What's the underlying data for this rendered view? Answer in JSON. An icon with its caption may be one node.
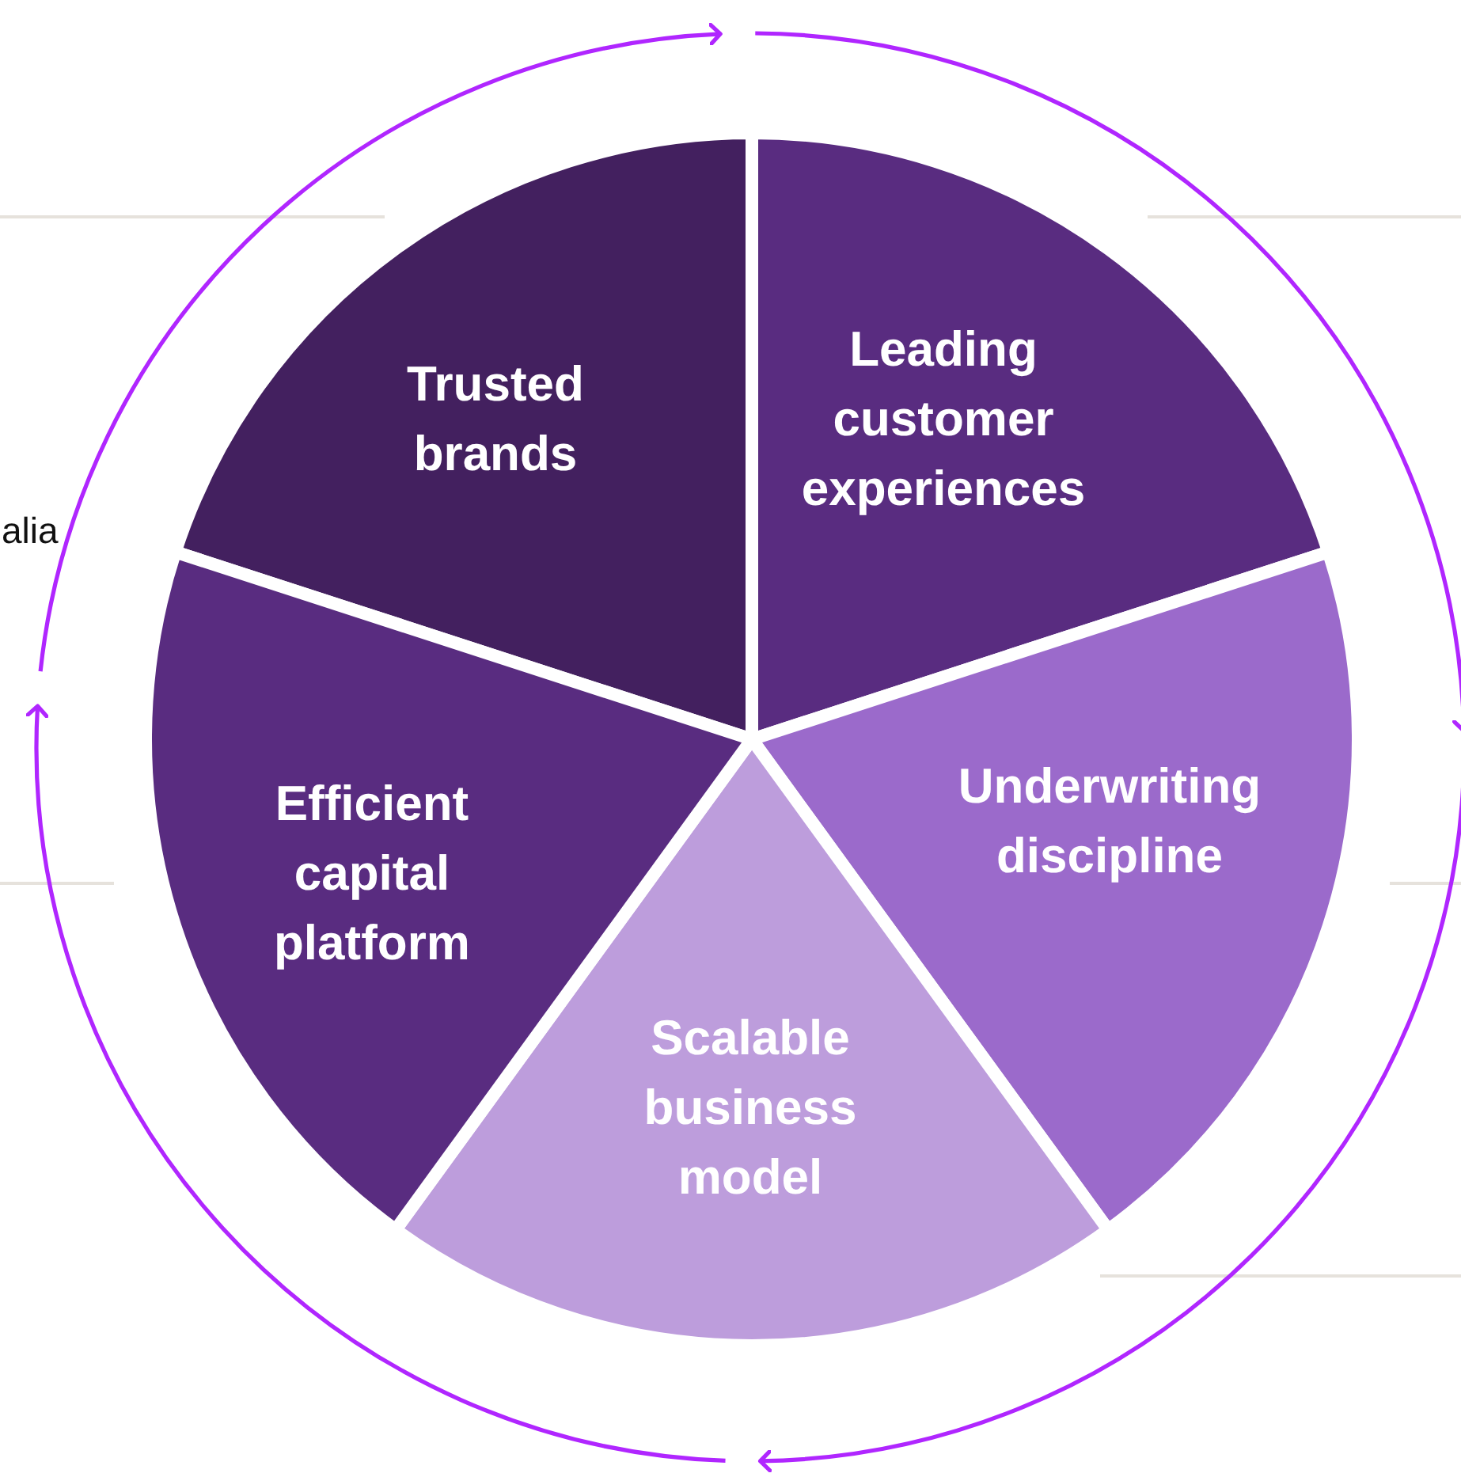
{
  "diagram": {
    "nodes": [
      {
        "text": [
          "Trusted brands"
        ]
      },
      {
        "text": [
          "Leading customer experiences"
        ]
      },
      {
        "text": [
          "Underwriting discipline"
        ]
      },
      {
        "text": [
          "Scalable business model"
        ]
      },
      {
        "text": [
          "Efficient capital platform"
        ]
      }
    ],
    "labels": [
      "alia"
    ]
  }
}
